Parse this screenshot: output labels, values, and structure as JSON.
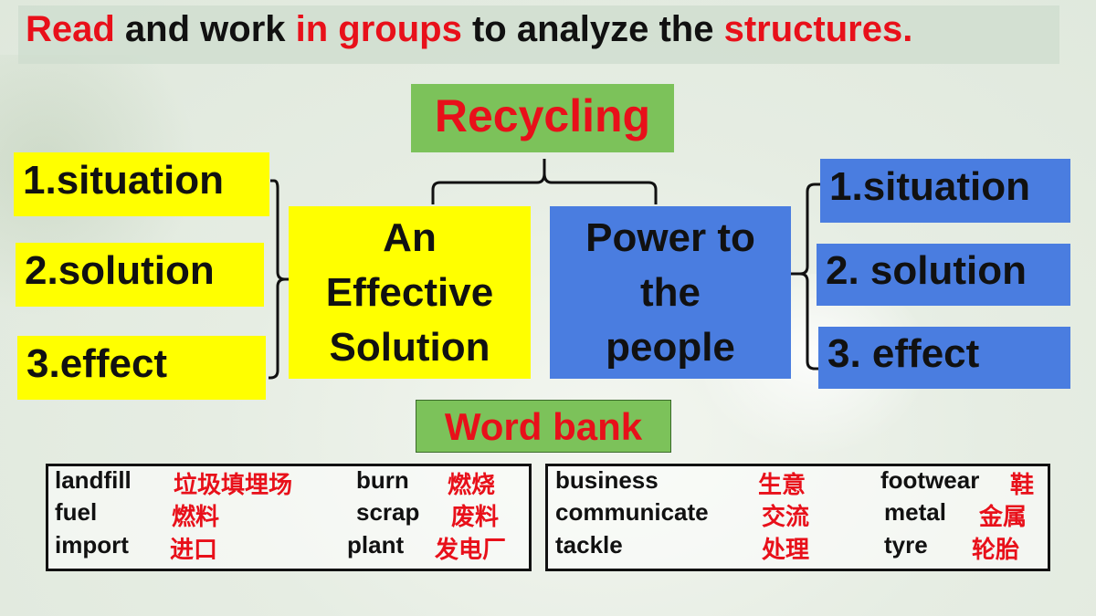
{
  "title": {
    "p1": "Read",
    "p2": " and work ",
    "p3": "in groups",
    "p4": " to analyze the ",
    "p5": "structures."
  },
  "root": "Recycling",
  "left_article": {
    "title_lines": [
      "An",
      "Effective",
      "Solution"
    ],
    "items": [
      "1.situation",
      "2.solution",
      "3.effect"
    ]
  },
  "right_article": {
    "title_lines": [
      "Power to",
      "the",
      "people"
    ],
    "items": [
      "1.situation",
      "2. solution",
      "3. effect"
    ]
  },
  "word_bank": {
    "label": "Word bank",
    "left_box": [
      {
        "en": "landfill",
        "zh": "垃圾填埋场"
      },
      {
        "en": "fuel",
        "zh": "燃料"
      },
      {
        "en": "import",
        "zh": "进口"
      },
      {
        "en": "burn",
        "zh": "燃烧"
      },
      {
        "en": "scrap",
        "zh": "废料"
      },
      {
        "en": "plant",
        "zh": "发电厂"
      }
    ],
    "right_box": [
      {
        "en": "business",
        "zh": "生意"
      },
      {
        "en": "communicate",
        "zh": "交流"
      },
      {
        "en": "tackle",
        "zh": "处理"
      },
      {
        "en": "footwear",
        "zh": "鞋"
      },
      {
        "en": "metal",
        "zh": "金属"
      },
      {
        "en": "tyre",
        "zh": "轮胎"
      }
    ]
  },
  "colors": {
    "accent_red": "#e8101a",
    "green": "#7cc25a",
    "yellow": "#ffff00",
    "blue": "#4a7de0"
  }
}
